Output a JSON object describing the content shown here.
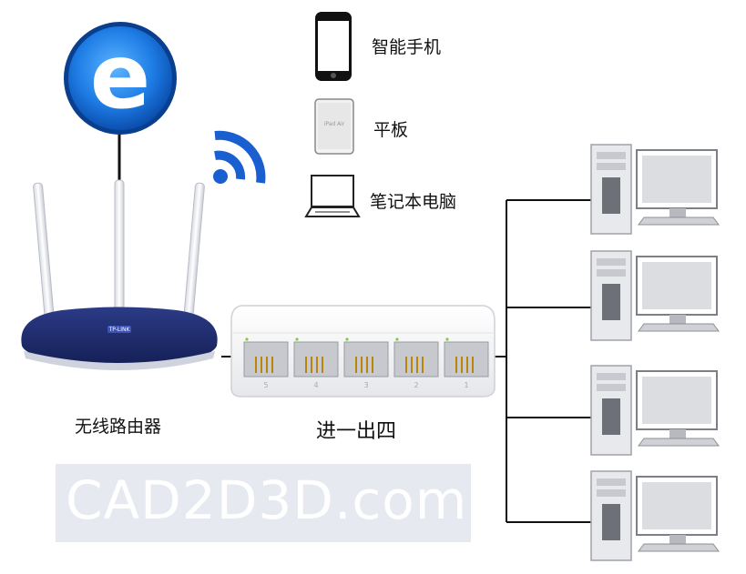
{
  "devices": {
    "smartphone_label": "智能手机",
    "tablet_label": "平板",
    "laptop_label": "笔记本电脑"
  },
  "router": {
    "label": "无线路由器",
    "brand": "TP-LINK"
  },
  "switch": {
    "label": "进一出四",
    "port_numbers": [
      "5",
      "4",
      "3",
      "2",
      "1"
    ]
  },
  "watermark": {
    "text": "CAD2D3D.com"
  },
  "colors": {
    "ie_blue": "#1e6fd9",
    "wifi_blue": "#1a5fd0",
    "router_navy": "#1b2a6b",
    "line": "#111111"
  },
  "icons": [
    "internet-explorer-icon",
    "wifi-icon",
    "smartphone-icon",
    "tablet-icon",
    "laptop-icon",
    "router-icon",
    "switch-icon",
    "desktop-computer-icon"
  ]
}
